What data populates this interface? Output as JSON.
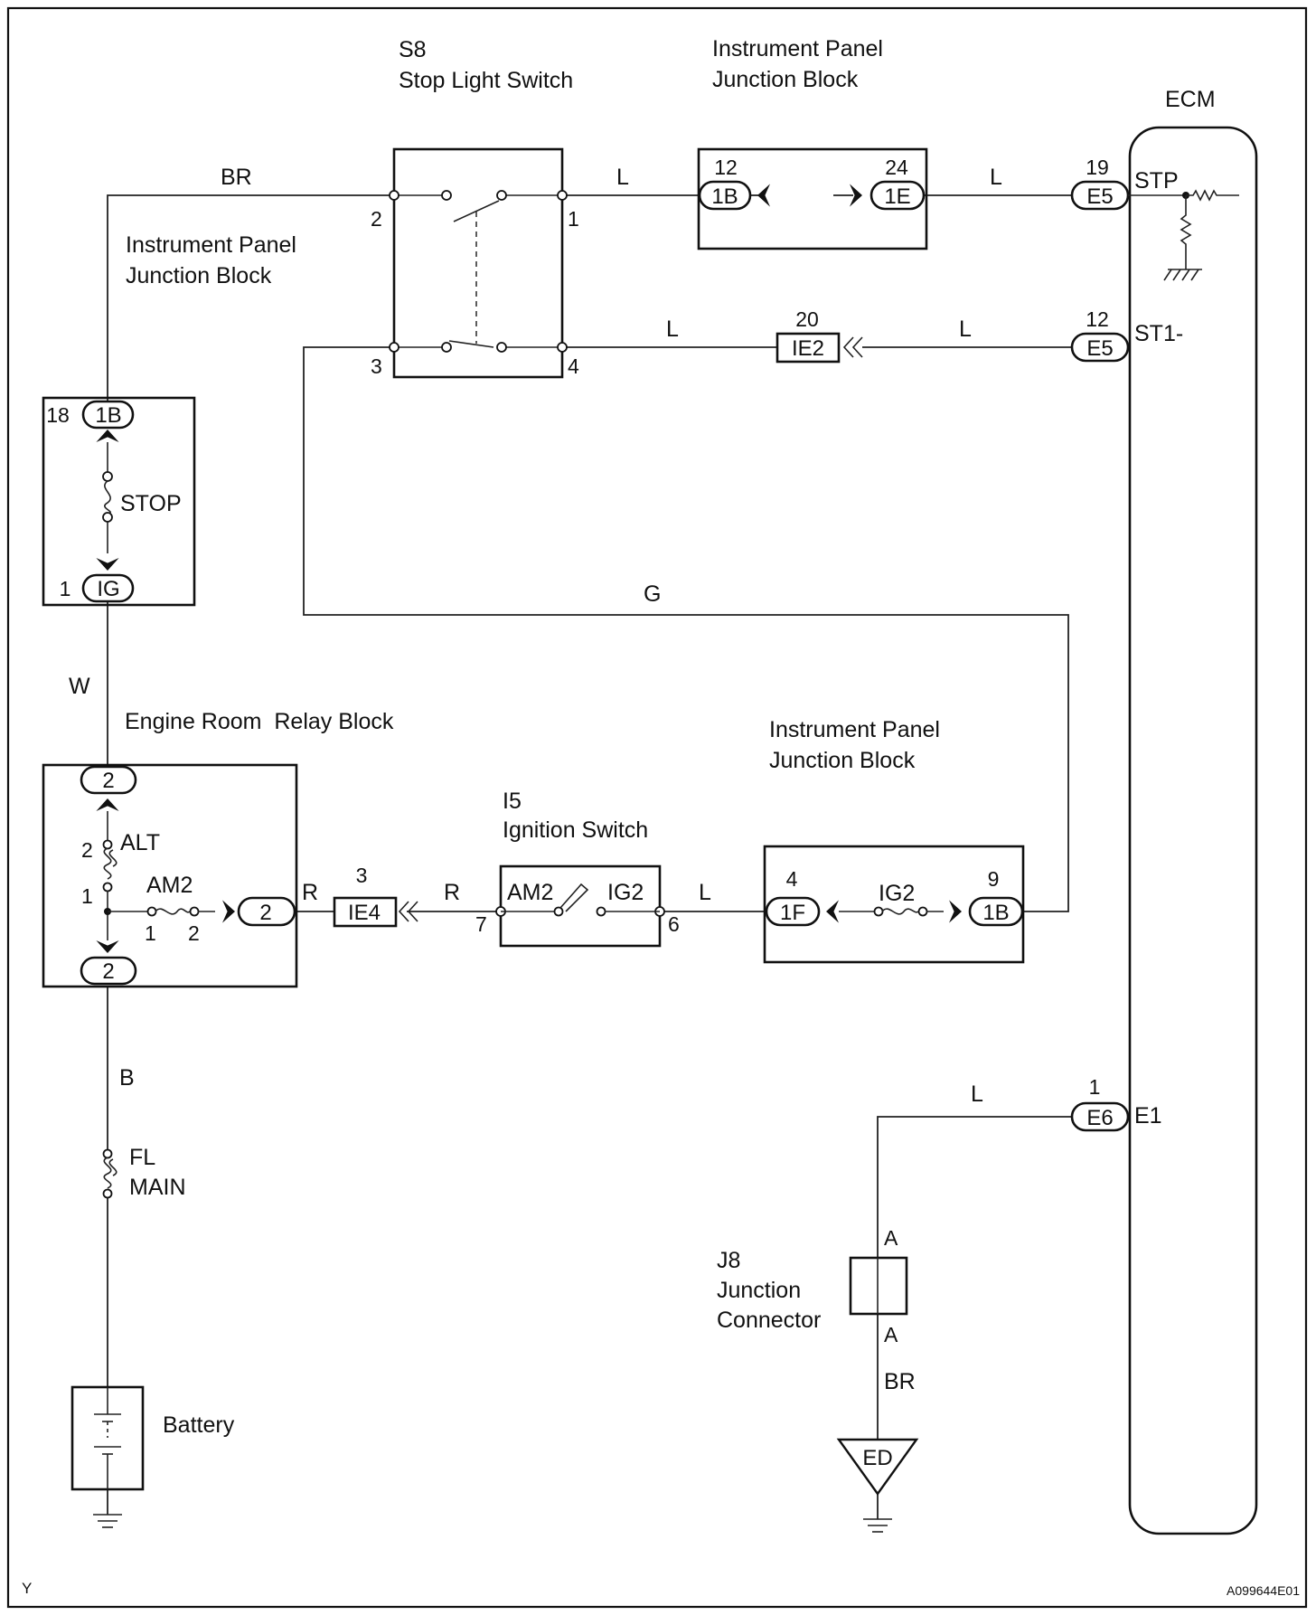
{
  "labels": {
    "s8_id": "S8",
    "s8_name": "Stop Light Switch",
    "ipjb_top_1": "Instrument Panel",
    "ipjb_top_2": "Junction Block",
    "ipjb_left_1": "Instrument Panel",
    "ipjb_left_2": "Junction Block",
    "ipjb_mid_1": "Instrument Panel",
    "ipjb_mid_2": "Junction Block",
    "ecm": "ECM",
    "stp": "STP",
    "st1": "ST1-",
    "e1": "E1",
    "stop_fuse": "STOP",
    "errb": "Engine Room  Relay Block",
    "alt": "ALT",
    "am2_fuse": "AM2",
    "i5_id": "I5",
    "i5_name": "Ignition Switch",
    "ig_am2": "AM2",
    "ig_ig2": "IG2",
    "ig2_fuse": "IG2",
    "fl_1": "FL",
    "fl_2": "MAIN",
    "battery": "Battery",
    "j8_id": "J8",
    "j8_1": "Junction",
    "j8_2": "Connector",
    "ground_ed": "ED",
    "corner_left": "Y",
    "figure_id": "A099644E01"
  },
  "wires": {
    "br_top": "BR",
    "l_s8_jb": "L",
    "l_jb_ecm": "L",
    "l_s8_ie2": "L",
    "l_ie2_ecm": "L",
    "g": "G",
    "w": "W",
    "r_left": "R",
    "r_right": "R",
    "l_ig_jb": "L",
    "b": "B",
    "l_e6": "L",
    "br_bottom": "BR"
  },
  "connectors": {
    "jb_1b_top": "1B",
    "jb_1e": "1E",
    "ecm_e5_stp": "E5",
    "ie2": "IE2",
    "ecm_e5_st1": "E5",
    "jb_1b_left": "1B",
    "jb_ig": "IG",
    "rb_2_top": "2",
    "rb_2_right": "2",
    "rb_2_bottom": "2",
    "ie4": "IE4",
    "jb_1f": "1F",
    "jb_1b_mid": "1B",
    "ecm_e6": "E6"
  },
  "pins": {
    "jb_1b_top": "12",
    "jb_1e": "24",
    "ecm_e5_stp": "19",
    "ie2": "20",
    "ecm_e5_st1": "12",
    "s8_pin2": "2",
    "s8_pin1": "1",
    "s8_pin3": "3",
    "s8_pin4": "4",
    "jb_1b_left": "18",
    "jb_ig": "1",
    "alt_top": "2",
    "alt_bottom": "1",
    "am2_left": "1",
    "am2_right": "2",
    "ie4": "3",
    "ig_pin7": "7",
    "ig_pin6": "6",
    "jb_1f": "4",
    "jb_1b_mid": "9",
    "ecm_e6": "1",
    "j8_top": "A",
    "j8_bottom": "A"
  }
}
